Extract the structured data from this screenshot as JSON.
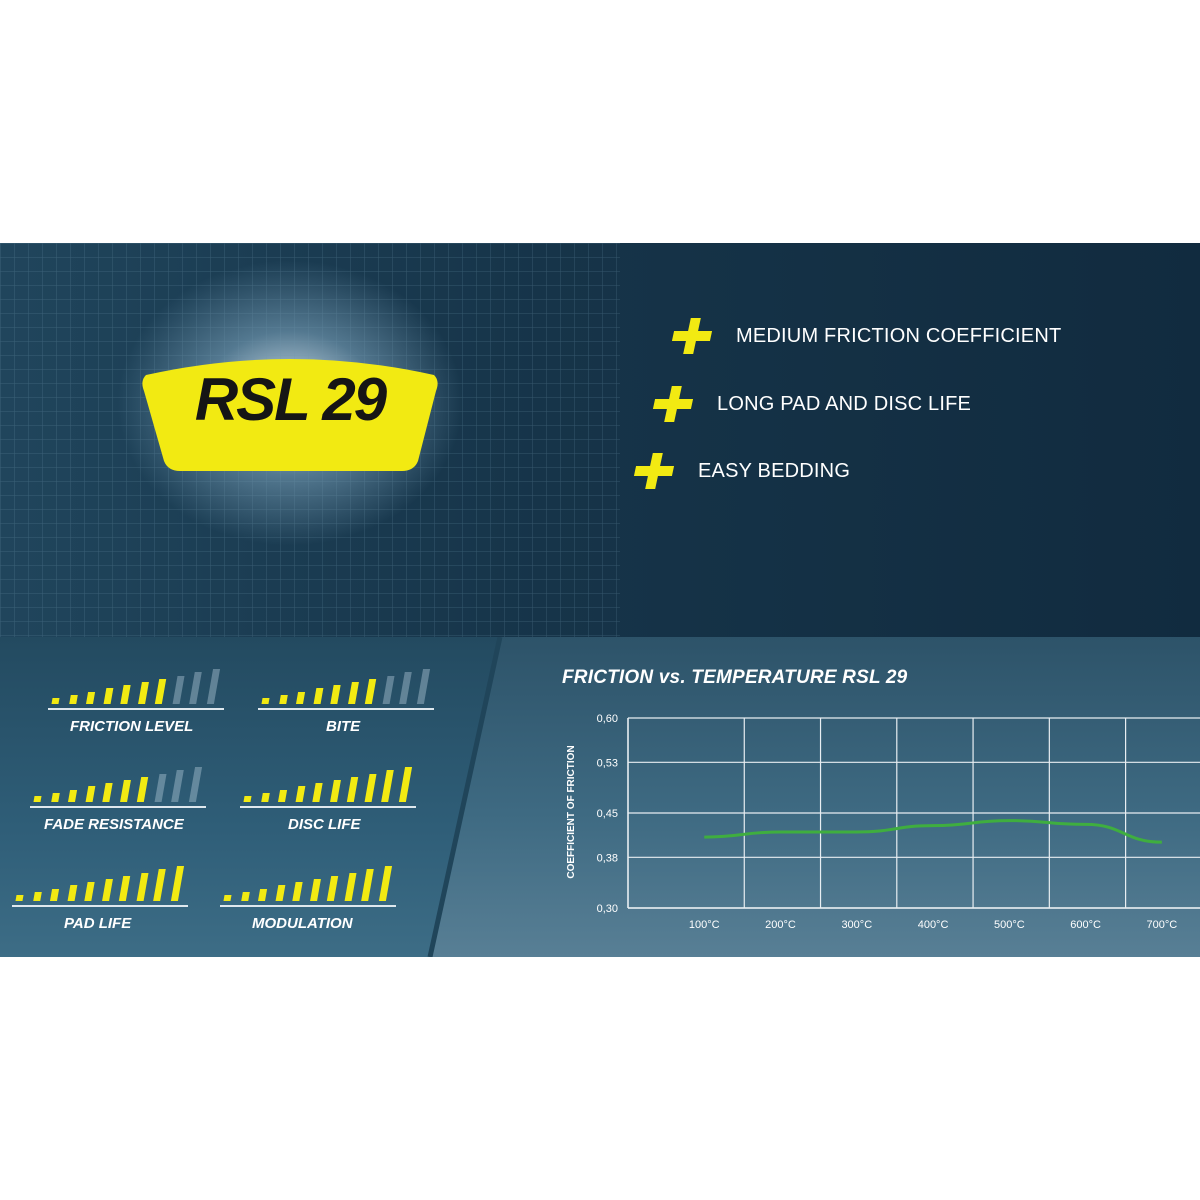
{
  "brand": {
    "pad_text": "RSL 29",
    "pad_color": "#f2ea12",
    "accent": "#f2ea12"
  },
  "features": [
    {
      "label": "MEDIUM FRICTION COEFFICIENT",
      "icon": "plus-icon"
    },
    {
      "label": "LONG PAD AND DISC LIFE",
      "icon": "plus-icon"
    },
    {
      "label": "EASY BEDDING",
      "icon": "plus-icon"
    }
  ],
  "ratings": {
    "max": 10,
    "items": [
      {
        "label": "FRICTION LEVEL",
        "value": 7
      },
      {
        "label": "BITE",
        "value": 7
      },
      {
        "label": "FADE RESISTANCE",
        "value": 7
      },
      {
        "label": "DISC LIFE",
        "value": 10
      },
      {
        "label": "PAD LIFE",
        "value": 10
      },
      {
        "label": "MODULATION",
        "value": 10
      }
    ]
  },
  "chart_data": {
    "type": "line",
    "title": "FRICTION vs. TEMPERATURE RSL 29",
    "xlabel": "",
    "ylabel": "COEFFICIENT OF FRICTION",
    "x": [
      100,
      200,
      300,
      400,
      500,
      600,
      700
    ],
    "x_tick_labels": [
      "100°C",
      "200°C",
      "300°C",
      "400°C",
      "500°C",
      "600°C",
      "700°C"
    ],
    "xlim": [
      0,
      750
    ],
    "y_tick_values": [
      0.3,
      0.38,
      0.45,
      0.53,
      0.6
    ],
    "y_tick_labels": [
      "0,30",
      "0,38",
      "0,45",
      "0,53",
      "0,60"
    ],
    "ylim": [
      0.3,
      0.6
    ],
    "grid": true,
    "series": [
      {
        "color": "#3fae3f",
        "points": [
          [
            100,
            0.412
          ],
          [
            200,
            0.42
          ],
          [
            300,
            0.42
          ],
          [
            400,
            0.43
          ],
          [
            500,
            0.438
          ],
          [
            600,
            0.432
          ],
          [
            700,
            0.404
          ]
        ]
      }
    ]
  }
}
